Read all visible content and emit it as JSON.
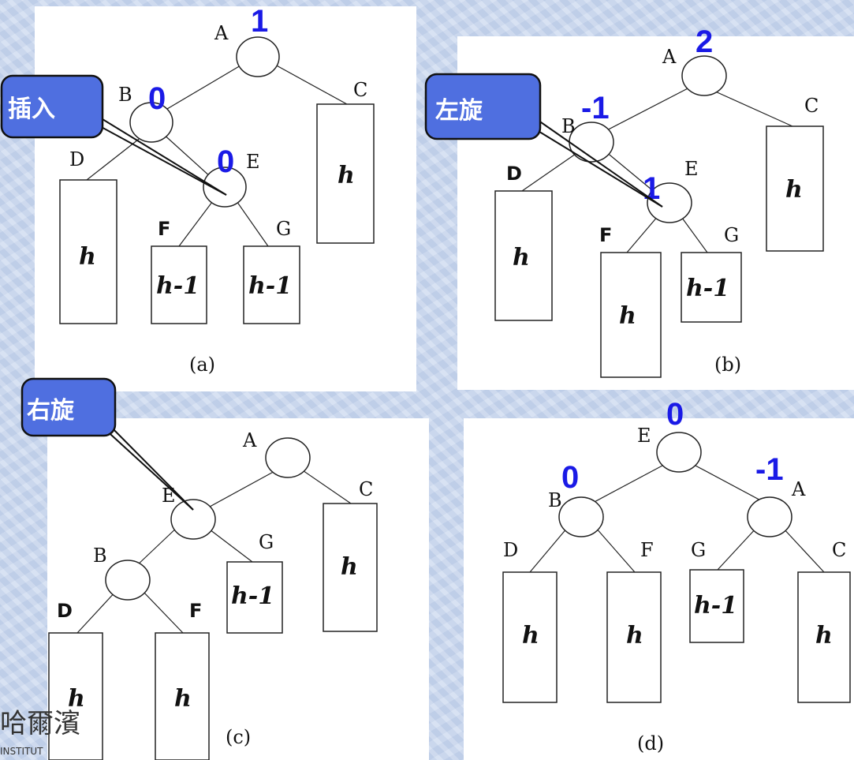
{
  "panels": {
    "a": {
      "caption": "(a)",
      "nodes": {
        "A": "A",
        "B": "B",
        "E": "E"
      },
      "leaves": {
        "D": "D",
        "F": "F",
        "G": "G",
        "C": "C"
      },
      "box_labels": {
        "D": "h",
        "F": "h-1",
        "G": "h-1",
        "C": "h"
      },
      "balance": {
        "A": "1",
        "B": "0",
        "E": "0"
      },
      "callout": "插入"
    },
    "b": {
      "caption": "(b)",
      "nodes": {
        "A": "A",
        "B": "B",
        "E": "E"
      },
      "leaves": {
        "D": "D",
        "F": "F",
        "G": "G",
        "C": "C"
      },
      "box_labels": {
        "D": "h",
        "F": "h",
        "G": "h-1",
        "C": "h"
      },
      "balance": {
        "A": "2",
        "B": "-1",
        "E": "1"
      },
      "callout": "左旋"
    },
    "c": {
      "caption": "(c)",
      "nodes": {
        "A": "A",
        "E": "E",
        "B": "B"
      },
      "leaves": {
        "D": "D",
        "F": "F",
        "G": "G",
        "C": "C"
      },
      "box_labels": {
        "D": "h",
        "F": "h",
        "G": "h-1",
        "C": "h"
      },
      "callout": "右旋"
    },
    "d": {
      "caption": "(d)",
      "nodes": {
        "E": "E",
        "B": "B",
        "A": "A"
      },
      "leaves": {
        "D": "D",
        "F": "F",
        "G": "G",
        "C": "C"
      },
      "box_labels": {
        "D": "h",
        "F": "h",
        "G": "h-1",
        "C": "h"
      },
      "balance": {
        "E": "0",
        "B": "0",
        "A": "-1"
      }
    }
  },
  "logo": {
    "text": "哈爾濱",
    "sub": "INSTITUT"
  }
}
